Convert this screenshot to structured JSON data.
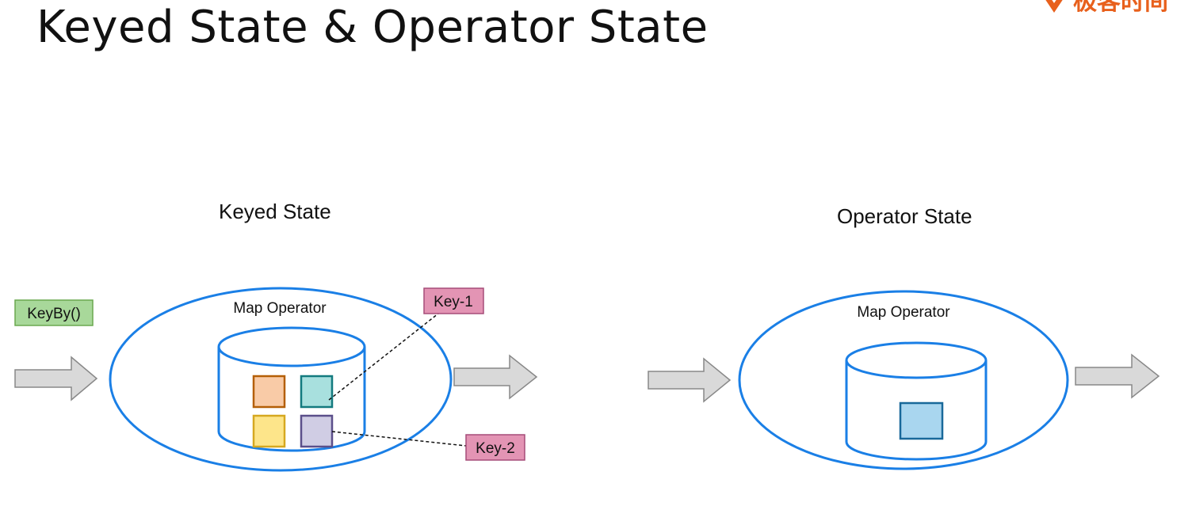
{
  "slide": {
    "title": "Keyed State & Operator State"
  },
  "logo": {
    "text": "极客时间",
    "icon": "geektime-logo-icon",
    "color": "#e8601c"
  },
  "keyed_state": {
    "label": "Keyed State",
    "keyby_label": "KeyBy()",
    "operator_label": "Map Operator",
    "key1_label": "Key-1",
    "key2_label": "Key-2"
  },
  "operator_state": {
    "label": "Operator State",
    "operator_label": "Map Operator"
  },
  "colors": {
    "ellipse_stroke": "#1a7fe6",
    "arrow_fill": "#d9d9d9",
    "arrow_stroke": "#888888",
    "keyby_fill": "#a8d89a",
    "keyby_stroke": "#6aa84f",
    "key_tag_fill": "#e394b4",
    "key_tag_stroke": "#a64d79",
    "cell_orange_fill": "#f9cba7",
    "cell_orange_stroke": "#b45f06",
    "cell_teal_fill": "#a8e0de",
    "cell_teal_stroke": "#137a7f",
    "cell_yellow_fill": "#fde58a",
    "cell_yellow_stroke": "#d6a820",
    "cell_purple_fill": "#d0cde4",
    "cell_purple_stroke": "#5b4f8a",
    "cell_blue_fill": "#a9d6ef",
    "cell_blue_stroke": "#19699a"
  }
}
